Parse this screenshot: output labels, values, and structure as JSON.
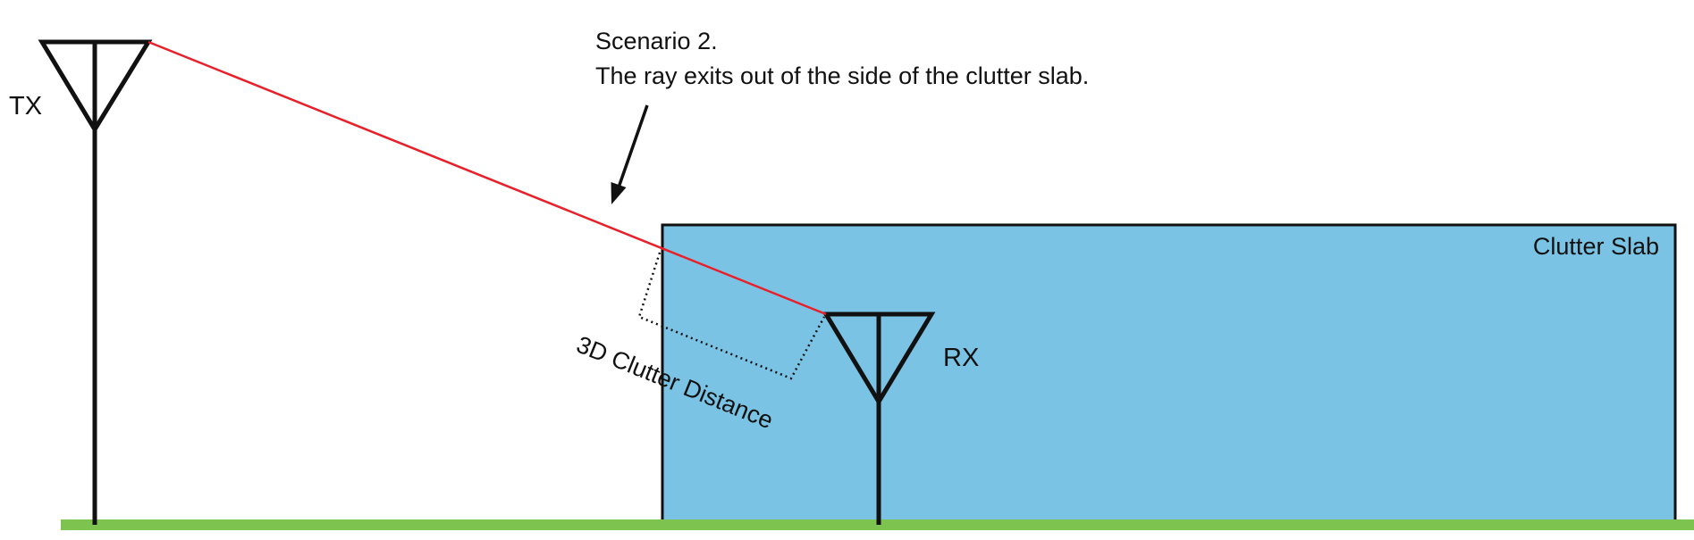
{
  "annotation": {
    "title": "Scenario 2.",
    "description": "The ray exits out of the side of the clutter slab."
  },
  "transmitter": {
    "label": "TX"
  },
  "receiver": {
    "label": "RX"
  },
  "clutter": {
    "label": "Clutter Slab"
  },
  "measurement": {
    "label": "3D Clutter Distance"
  },
  "colors": {
    "clutter_fill": "#7bc3e4",
    "ray": "#e8202a",
    "ground": "#7dc34f",
    "stroke": "#111111"
  }
}
